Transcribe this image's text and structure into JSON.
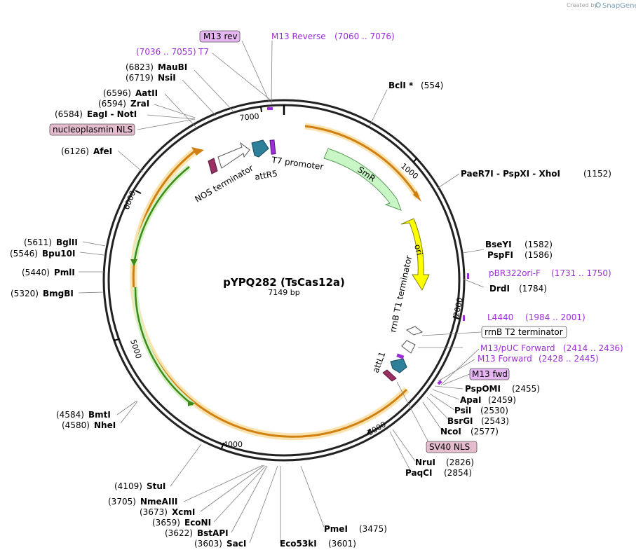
{
  "branding": {
    "created_by": "Created by",
    "app_name": "SnapGene"
  },
  "map": {
    "name": "pYPQ282 (TsCas12a)",
    "length": "7149 bp",
    "ticks": [
      "1000",
      "2000",
      "3000",
      "4000",
      "5000",
      "6000",
      "7000"
    ]
  },
  "sites": [
    {
      "name": "BclI *",
      "pos": "(554)"
    },
    {
      "name": "PaeR7I - PspXI - XhoI",
      "pos": "(1152)"
    },
    {
      "name": "BseYI",
      "pos": "(1582)"
    },
    {
      "name": "PspFI",
      "pos": "(1586)"
    },
    {
      "name": "DrdI",
      "pos": "(1784)"
    },
    {
      "name": "PspOMI",
      "pos": "(2455)"
    },
    {
      "name": "ApaI",
      "pos": "(2459)"
    },
    {
      "name": "PsiI",
      "pos": "(2530)"
    },
    {
      "name": "BsrGI",
      "pos": "(2543)"
    },
    {
      "name": "NcoI",
      "pos": "(2577)"
    },
    {
      "name": "NruI",
      "pos": "(2826)"
    },
    {
      "name": "PaqCI",
      "pos": "(2854)"
    },
    {
      "name": "PmeI",
      "pos": "(3475)"
    },
    {
      "name": "Eco53kI",
      "pos": "(3601)"
    },
    {
      "name": "SacI",
      "pos": "(3603)"
    },
    {
      "name": "BstAPI",
      "pos": "(3622)"
    },
    {
      "name": "EcoNI",
      "pos": "(3659)"
    },
    {
      "name": "XcmI",
      "pos": "(3673)"
    },
    {
      "name": "NmeAIII",
      "pos": "(3705)"
    },
    {
      "name": "StuI",
      "pos": "(4109)"
    },
    {
      "name": "NheI",
      "pos": "(4580)"
    },
    {
      "name": "BmtI",
      "pos": "(4584)"
    },
    {
      "name": "BmgBI",
      "pos": "(5320)"
    },
    {
      "name": "PmlI",
      "pos": "(5440)"
    },
    {
      "name": "Bpu10I",
      "pos": "(5546)"
    },
    {
      "name": "BglII",
      "pos": "(5611)"
    },
    {
      "name": "AfeI",
      "pos": "(6126)"
    },
    {
      "name": "EagI - NotI",
      "pos": "(6584)"
    },
    {
      "name": "ZraI",
      "pos": "(6594)"
    },
    {
      "name": "AatII",
      "pos": "(6596)"
    },
    {
      "name": "NsiI",
      "pos": "(6719)"
    },
    {
      "name": "MauBI",
      "pos": "(6823)"
    }
  ],
  "primers": [
    {
      "name": "M13 Reverse",
      "range": "(7060 .. 7076)"
    },
    {
      "name": "T7",
      "range": "(7036 .. 7055)"
    },
    {
      "name": "pBR322ori-F",
      "range": "(1731 .. 1750)"
    },
    {
      "name": "L4440",
      "range": "(1984 .. 2001)"
    },
    {
      "name": "M13/pUC Forward",
      "range": "(2414 .. 2436)"
    },
    {
      "name": "M13 Forward",
      "range": "(2428 .. 2445)"
    }
  ],
  "boxed_labels": {
    "m13_rev": "M13 rev",
    "nucleoplasmin_nls": "nucleoplasmin NLS",
    "rrnb_t2": "rrnB T2 terminator",
    "m13_fwd": "M13 fwd",
    "sv40_nls": "SV40 NLS"
  },
  "features": {
    "smr": "SmR",
    "ori": "ori",
    "t7_promoter": "T7 promoter",
    "attr5": "attR5",
    "nos_terminator": "NOS terminator",
    "rrnb_t1": "rrnB T1 terminator",
    "attl1": "attL1"
  },
  "colors": {
    "primer": "#9c2fd6",
    "smr": "#c8f7c5",
    "ori": "#ffff00",
    "cds_orange": "#f5a623",
    "cds_green": "#7bd15a",
    "attr": "#2e7f9a",
    "nls_box": "#e5bccd",
    "primer_box": "#e6b6f2"
  }
}
